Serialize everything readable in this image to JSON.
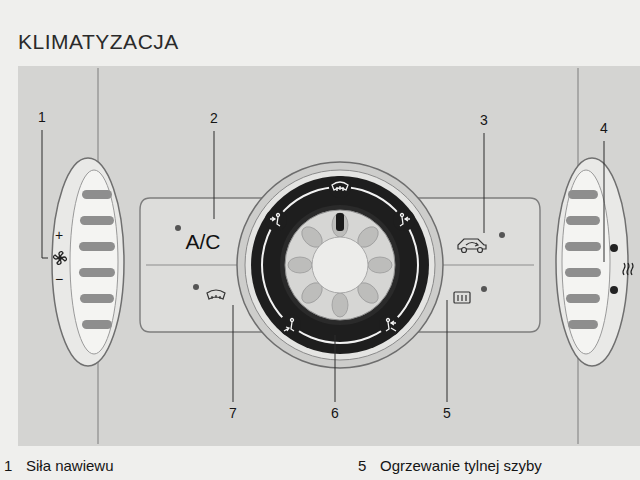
{
  "diagram": {
    "title": "KLIMATYZACJA",
    "nodes": [
      {
        "text": [
          "A/C"
        ]
      }
    ],
    "labels": [
      "1",
      "2",
      "3",
      "4",
      "+",
      "−",
      "7",
      "6",
      "5",
      "1",
      "Siła nawiewu",
      "5",
      "Ogrzewanie tylnej szyby"
    ]
  }
}
